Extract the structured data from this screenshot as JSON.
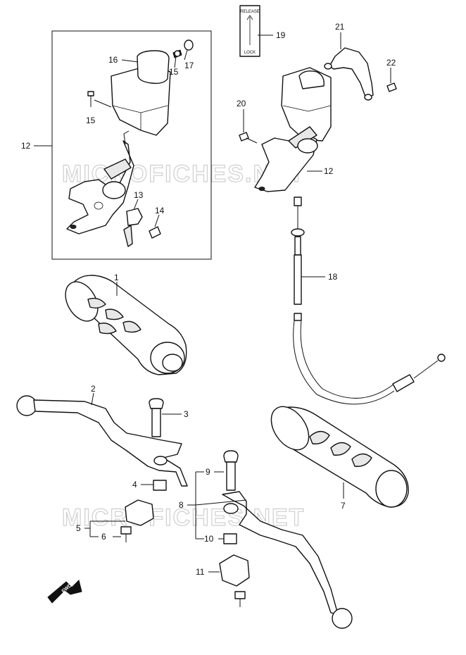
{
  "watermark": "MICROFICHES.NET",
  "lock_label": {
    "top": "RELEASE",
    "bottom": "LOCK"
  },
  "fwd_label": "FWD",
  "callouts": {
    "c1": "1",
    "c2": "2",
    "c3": "3",
    "c4": "4",
    "c5": "5",
    "c6": "6",
    "c7": "7",
    "c8": "8",
    "c9": "9",
    "c10": "10",
    "c11": "11",
    "c12a": "12",
    "c12b": "12",
    "c13": "13",
    "c14": "14",
    "c15a": "15",
    "c15b": "15",
    "c16": "16",
    "c17": "17",
    "c18": "18",
    "c19": "19",
    "c20": "20",
    "c21": "21",
    "c22": "22"
  }
}
